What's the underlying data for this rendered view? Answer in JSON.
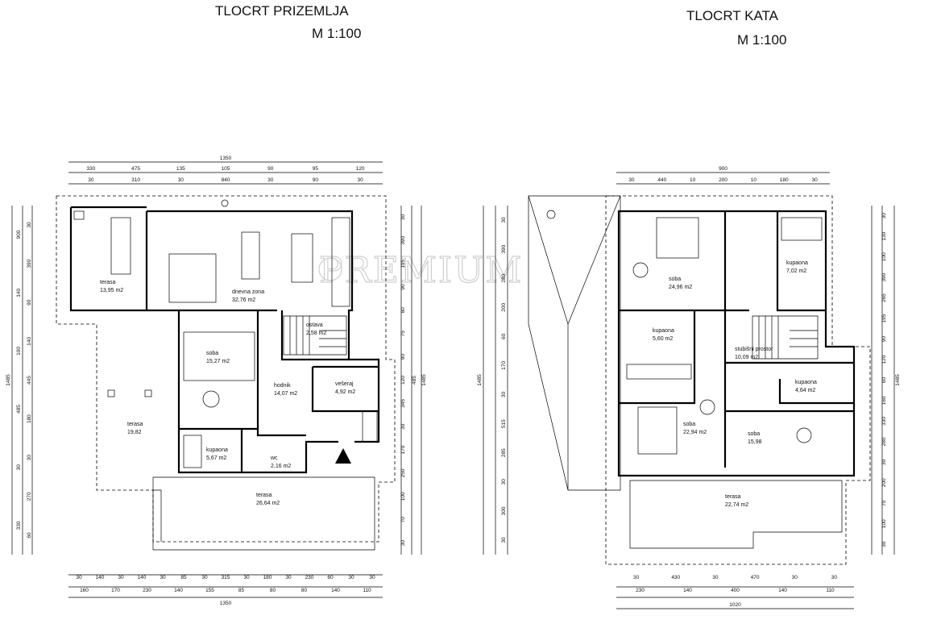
{
  "ground_floor": {
    "title": "TLOCRT PRIZEMLJA",
    "scale": "M 1:100",
    "rooms": [
      {
        "name": "terasa",
        "area": "13,95 m2"
      },
      {
        "name": "dnevna zona",
        "area": "32,76 m2"
      },
      {
        "name": "ostava",
        "area": "2,58 m2"
      },
      {
        "name": "soba",
        "area": "15,27 m2"
      },
      {
        "name": "hodnik",
        "area": "14,07 m2"
      },
      {
        "name": "vešeraj",
        "area": "4,92 m2"
      },
      {
        "name": "terasa",
        "area": "19,82"
      },
      {
        "name": "kupaona",
        "area": "5,67 m2"
      },
      {
        "name": "wc",
        "area": "2,16 m2"
      },
      {
        "name": "terasa",
        "area": "26,64 m2"
      }
    ],
    "dims_top_total": "1350",
    "dims_top_1": [
      "330",
      "475",
      "135",
      "105",
      "90",
      "95",
      "120"
    ],
    "dims_top_2": [
      "30",
      "310",
      "30",
      "840",
      "30",
      "90",
      "30"
    ],
    "dims_bottom_1": [
      "30",
      "140",
      "30",
      "140",
      "30",
      "85",
      "30",
      "315",
      "30",
      "180",
      "30",
      "230",
      "60",
      "30",
      "30"
    ],
    "dims_bottom_2": [
      "160",
      "170",
      "230",
      "140",
      "155",
      "85",
      "80",
      "80",
      "140",
      "110"
    ],
    "dims_bottom_total": "1350",
    "dims_left_1": [
      "30",
      "390",
      "90",
      "140",
      "445",
      "180",
      "30",
      "270",
      "60"
    ],
    "dims_left_2": [
      "900",
      "140",
      "100",
      "485",
      "30",
      "330"
    ],
    "dims_left_total": "1485",
    "dims_right_1": [
      "30",
      "390",
      "195",
      "90",
      "60",
      "75",
      "90",
      "120",
      "345",
      "30",
      "170",
      "250",
      "100",
      "70",
      "30"
    ],
    "dims_right_2": [
      "485"
    ],
    "dims_right_total": "1485"
  },
  "upper_floor": {
    "title": "TLOCRT KATA",
    "scale": "M 1:100",
    "rooms": [
      {
        "name": "soba",
        "area": "24,96 m2"
      },
      {
        "name": "kupaona",
        "area": "7,02 m2"
      },
      {
        "name": "kupaona",
        "area": "5,60 m2"
      },
      {
        "name": "stubišni prostor",
        "area": "10,09 m2"
      },
      {
        "name": "kupaona",
        "area": "4,64 m2"
      },
      {
        "name": "soba",
        "area": "22,94 m2"
      },
      {
        "name": "soba",
        "area": "15,98"
      },
      {
        "name": "terasa",
        "area": "22,74 m2"
      }
    ],
    "dims_top_total": "900",
    "dims_top_1": [
      "30",
      "440",
      "10",
      "200",
      "10",
      "180",
      "30"
    ],
    "dims_bottom_1": [
      "30",
      "430",
      "30",
      "470",
      "30",
      "30"
    ],
    "dims_bottom_2": [
      "230",
      "140",
      "400",
      "140",
      "110"
    ],
    "dims_bottom_total": "1020",
    "dims_left_1": [
      "30",
      "390",
      "280",
      "200",
      "60",
      "170",
      "30",
      "515",
      "285",
      "30",
      "300",
      "30"
    ],
    "dims_left_total": "1485",
    "dims_right_1": [
      "30",
      "130",
      "100",
      "390",
      "265",
      "195",
      "90",
      "120",
      "60",
      "160",
      "330",
      "280",
      "30",
      "200",
      "70",
      "100",
      "30"
    ],
    "dims_right_total": "1485"
  },
  "watermark": "PREMIUM"
}
